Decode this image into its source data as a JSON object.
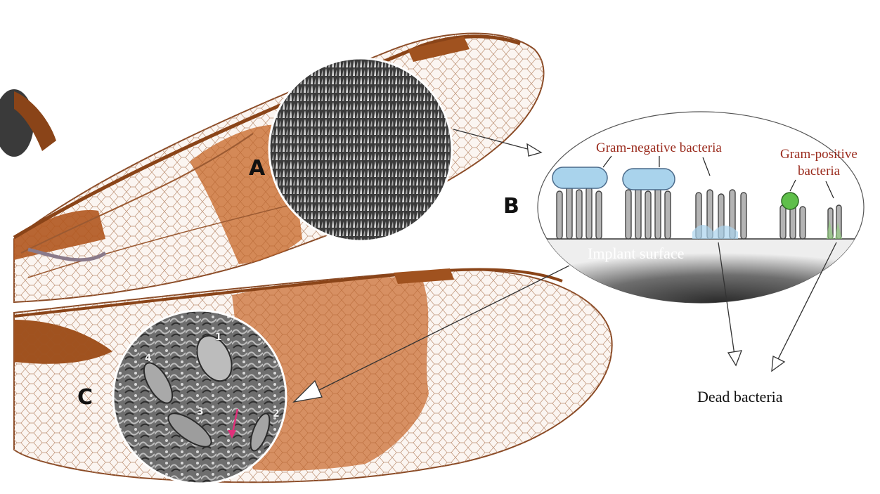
{
  "panels": {
    "a_label": "A",
    "b_label": "B",
    "c_label": "C"
  },
  "inset_b": {
    "gram_negative": "Gram-negative bacteria",
    "gram_positive_line1": "Gram-positive",
    "gram_positive_line2": "bacteria",
    "surface": "Implant surface"
  },
  "dead_bacteria": "Dead bacteria",
  "sem_numbers": [
    "1",
    "2",
    "3",
    "4"
  ],
  "colors": {
    "wing_pigment": "#c96a2c",
    "vein": "#7a3a1a",
    "label_red": "#9a2a1c",
    "bacteria_blue": "#a9d3ec",
    "bacteria_green": "#5fbf4a"
  }
}
